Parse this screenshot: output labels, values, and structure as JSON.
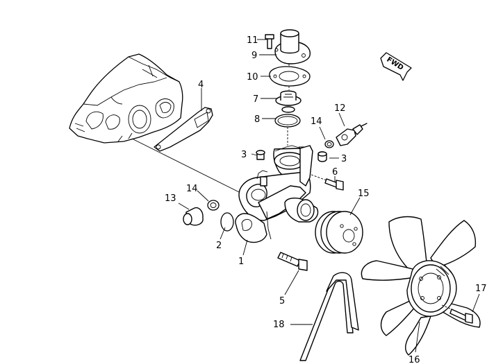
{
  "direction_marker": {
    "label": "FWD",
    "icon": "forward-arrow-icon"
  },
  "callouts": {
    "c1": "1",
    "c2": "2",
    "c3a": "3",
    "c3b": "3",
    "c4": "4",
    "c5": "5",
    "c6": "6",
    "c7": "7",
    "c8": "8",
    "c9": "9",
    "c10": "10",
    "c11": "11",
    "c12": "12",
    "c13": "13",
    "c14a": "14",
    "c14b": "14",
    "c15": "15",
    "c16": "16",
    "c17": "17",
    "c18": "18"
  }
}
